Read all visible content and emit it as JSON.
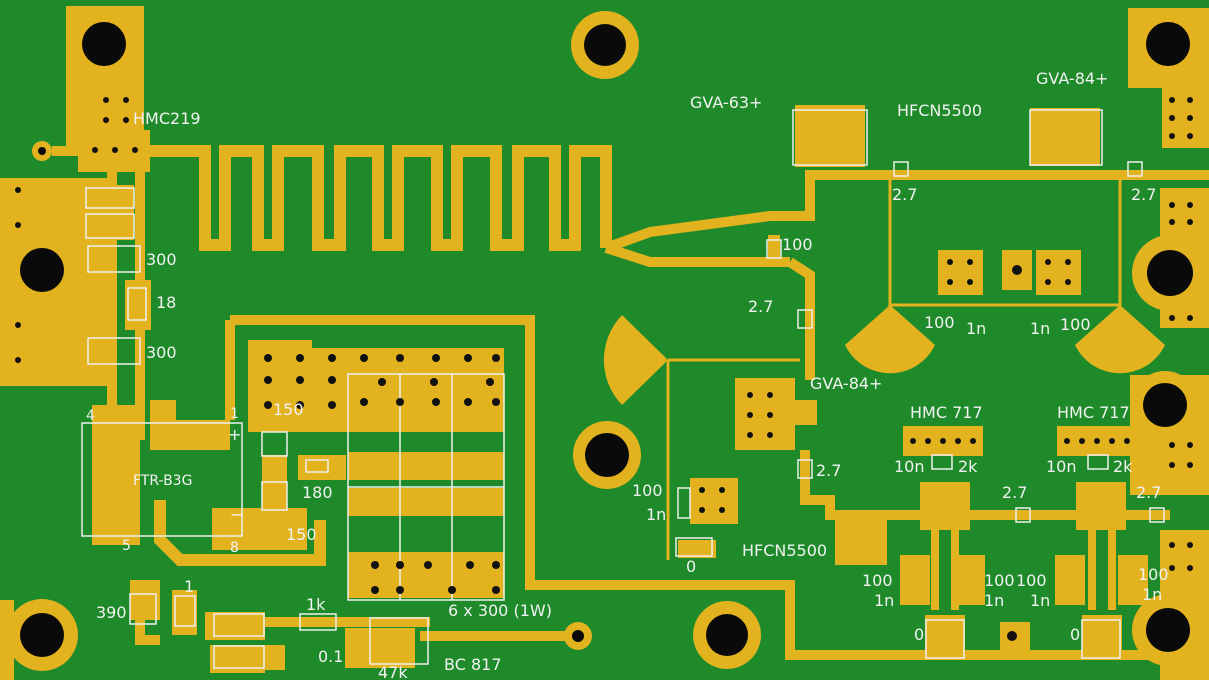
{
  "colors": {
    "soldermask": "#1f8a2a",
    "copper": "#e2b21f",
    "silkscreen": "#f2f2f2",
    "hole": "#0a0a0a"
  },
  "labels": {
    "hmc219": "HMC219",
    "gva63": "GVA-63+",
    "hfcn_top": "HFCN5500",
    "gva84_top": "GVA-84+",
    "gva84_mid": "GVA-84+",
    "hmc717_a": "HMC 717",
    "hmc717_b": "HMC 717",
    "hfcn_mid": "HFCN5500",
    "ftr": "FTR-B3G",
    "bc817": "BC 817",
    "res_array": "6 x 300 (1W)",
    "pin1": "1",
    "pin4": "4",
    "pin5": "5",
    "pin8": "8",
    "plus": "+",
    "minus": "−",
    "r300a": "300",
    "r18": "18",
    "r300b": "300",
    "r150a": "150",
    "r180": "180",
    "r150b": "150",
    "r390": "390",
    "c1": "1",
    "r1k": "1k",
    "c01": "0.1",
    "r47k": "47k",
    "r100_mid": "100",
    "c27_mid": "2.7",
    "c27_tl": "2.7",
    "c27_tr": "2.7",
    "r100_l": "100",
    "c1n_l": "1n",
    "c1n_r": "1n",
    "r100_r": "100",
    "c27_gva": "2.7",
    "r100_ll": "100",
    "c1n_ll": "1n",
    "r0_ll": "0",
    "c10n_a": "10n",
    "r2k_a": "2k",
    "c10n_b": "10n",
    "r2k_b": "2k",
    "c27_hmc": "2.7",
    "c27_out": "2.7",
    "r100_b1": "100",
    "c1n_b1": "1n",
    "r100_b2": "100",
    "c1n_b2": "1n",
    "r100_b3": "100",
    "c1n_b3": "1n",
    "r100_b4": "100",
    "c1n_b4": "1n",
    "r0_b1": "0",
    "r0_b2": "0"
  }
}
